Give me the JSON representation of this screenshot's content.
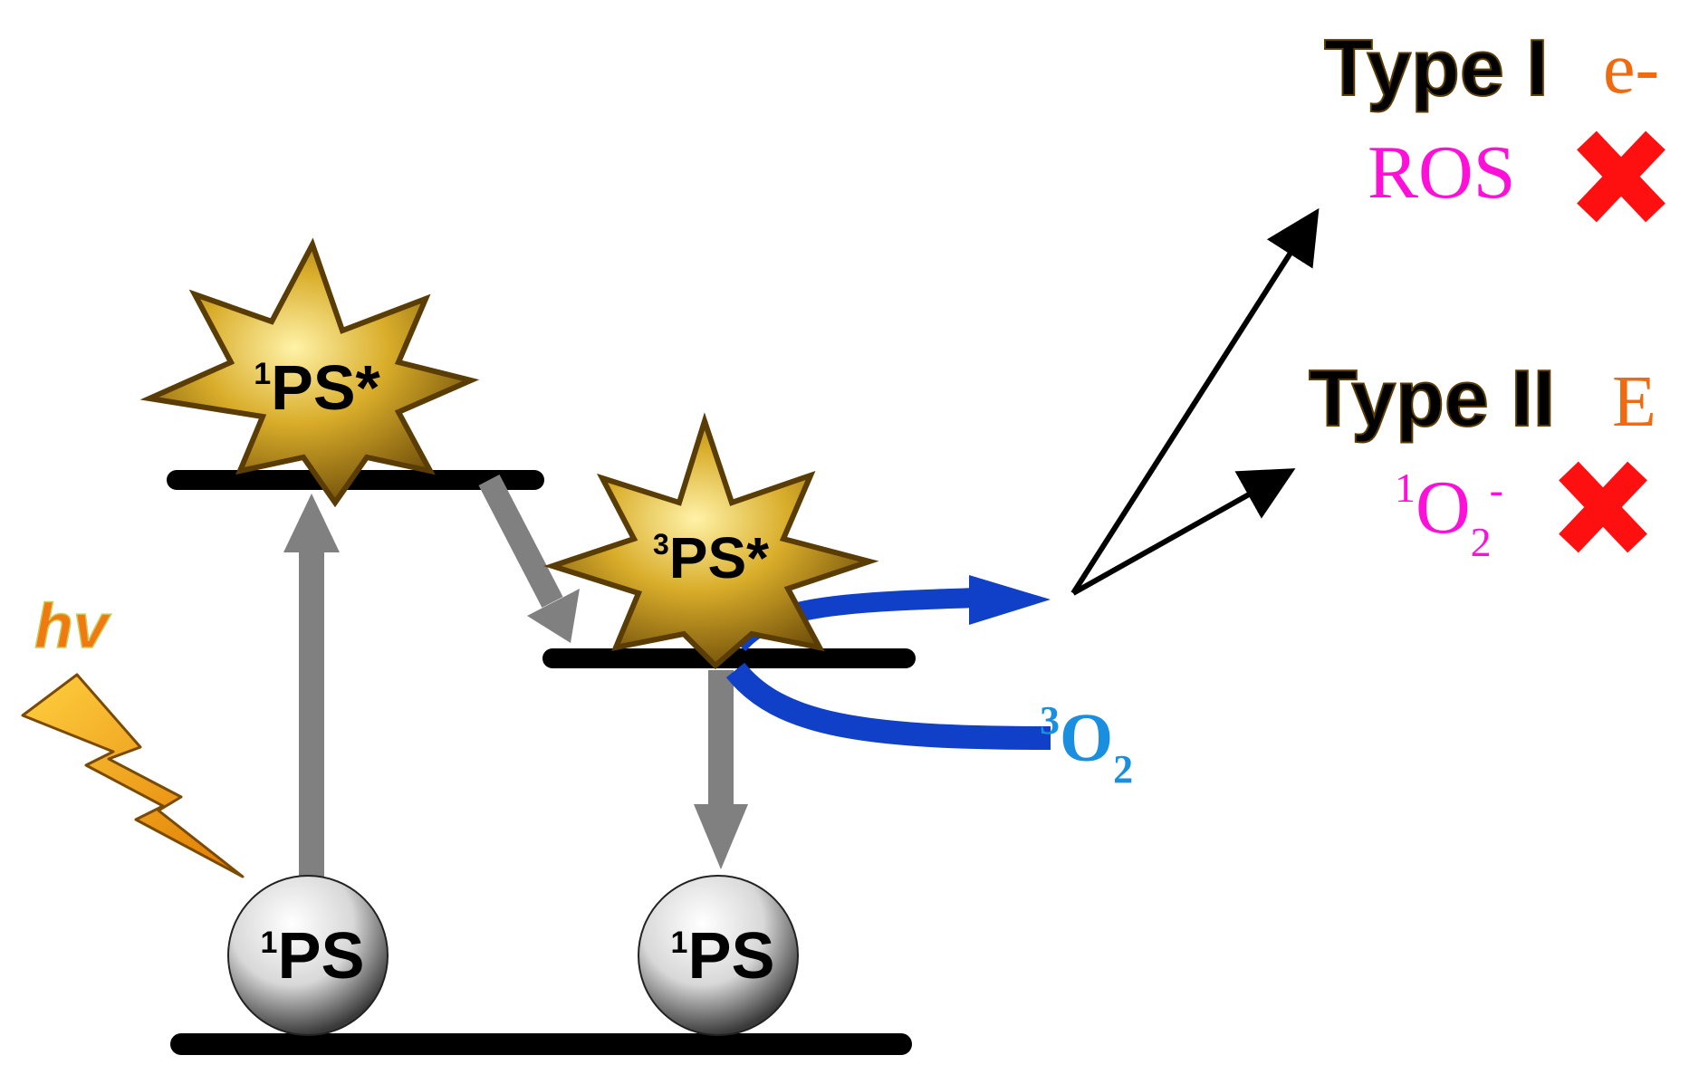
{
  "diagram": {
    "states": {
      "singlet_excited": {
        "sup": "1",
        "main": "PS*"
      },
      "triplet_excited": {
        "sup": "3",
        "main": "PS*"
      },
      "ground_left": {
        "sup": "1",
        "main": "PS"
      },
      "ground_right": {
        "sup": "1",
        "main": "PS"
      }
    },
    "light": {
      "label": "hv"
    },
    "oxygen": {
      "sup": "3",
      "main": "O",
      "sub": "2"
    },
    "type1": {
      "label": "Type I",
      "mark": "e-",
      "species": "ROS"
    },
    "type2": {
      "label": "Type II",
      "mark": "E",
      "species_sup": "1",
      "species_main": "O",
      "species_sub": "2",
      "species_charge": "-"
    }
  },
  "colors": {
    "black": "#000000",
    "gray_arrow": "#808080",
    "blue_arrow": "#1040c8",
    "oxygen_text": "#1a8fe0",
    "magenta": "#ff10d8",
    "orange": "#f06a10",
    "red_cross": "#ff1010",
    "gold": "#d4a820"
  }
}
